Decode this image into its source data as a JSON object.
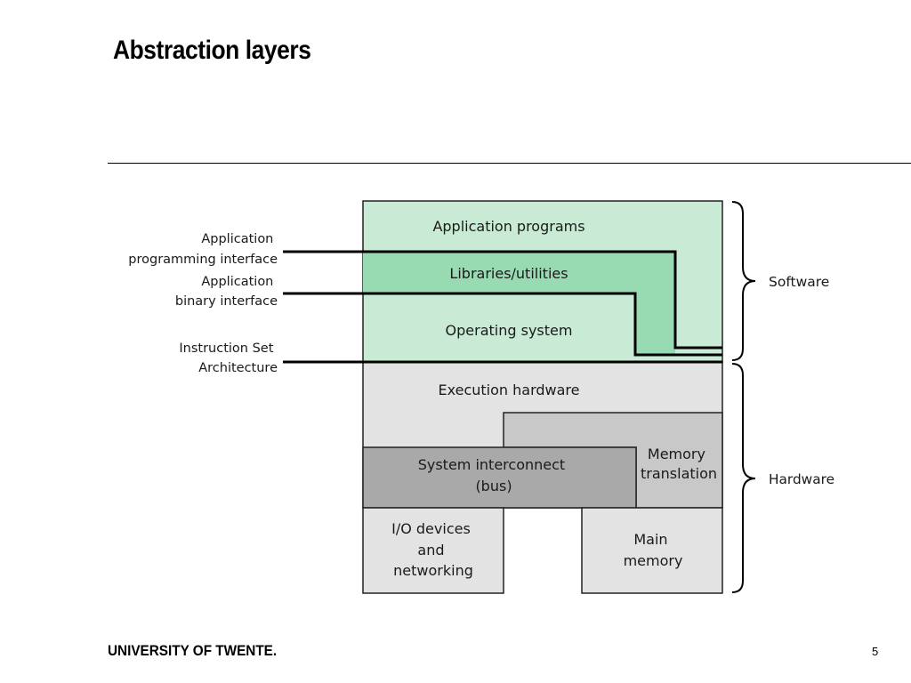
{
  "slide": {
    "title": "Abstraction layers",
    "footer": "UNIVERSITY OF TWENTE.",
    "page_number": "5"
  },
  "diagram": {
    "layers": {
      "application_programs": "Application programs",
      "libraries_utilities": "Libraries/utilities",
      "operating_system": "Operating system",
      "execution_hardware": "Execution hardware",
      "memory_translation": [
        "Memory",
        "translation"
      ],
      "system_interconnect": [
        "System interconnect",
        "(bus)"
      ],
      "io_devices": [
        "I/O devices",
        "and",
        "networking"
      ],
      "main_memory": [
        "Main",
        "memory"
      ]
    },
    "interfaces": {
      "api": [
        "Application",
        "programming interface"
      ],
      "abi": [
        "Application",
        "binary interface"
      ],
      "isa": [
        "Instruction Set",
        "Architecture"
      ]
    },
    "groups": {
      "software": "Software",
      "hardware": "Hardware"
    },
    "colors": {
      "software_fill": "#c9ebd6",
      "libraries_fill": "#98dbb3",
      "hardware_fill": "#e3e3e3",
      "memory_fill": "#c8c8c8",
      "bus_fill": "#a9a9a9",
      "outline": "#222222"
    }
  }
}
